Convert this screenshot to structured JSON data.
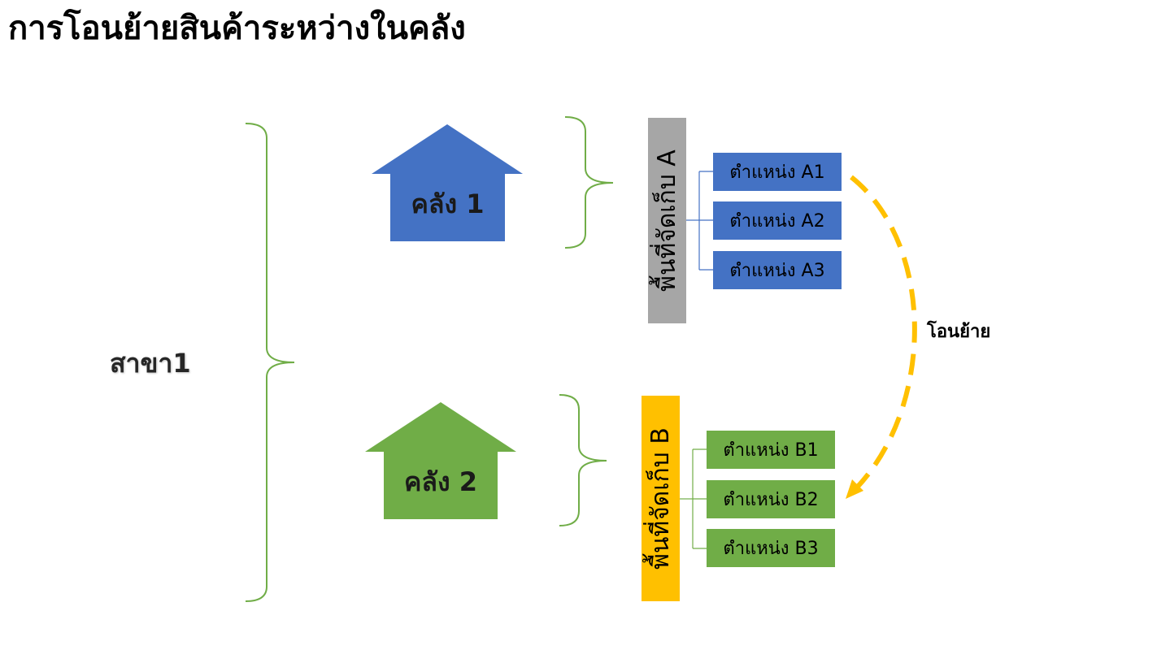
{
  "title": "การโอนย้ายสินค้าระหว่างในคลัง",
  "branch": "สาขา1",
  "warehouses": [
    {
      "label": "คลัง 1",
      "color": "#4472c4"
    },
    {
      "label": "คลัง 2",
      "color": "#70ad47"
    }
  ],
  "zones": [
    {
      "label": "พื้นที่จัดเก็บ A",
      "color": "#a6a6a6"
    },
    {
      "label": "พื้นที่จัดเก็บ B",
      "color": "#ffc000"
    }
  ],
  "locations_a": [
    "ตำแหน่ง A1",
    "ตำแหน่ง A2",
    "ตำแหน่ง A3"
  ],
  "locations_b": [
    "ตำแหน่ง B1",
    "ตำแหน่ง B2",
    "ตำแหน่ง B3"
  ],
  "transfer_label": "โอนย้าย",
  "colors": {
    "brace": "#70ad47",
    "connector_a": "#4472c4",
    "connector_b": "#70ad47",
    "arrow": "#ffc000"
  }
}
